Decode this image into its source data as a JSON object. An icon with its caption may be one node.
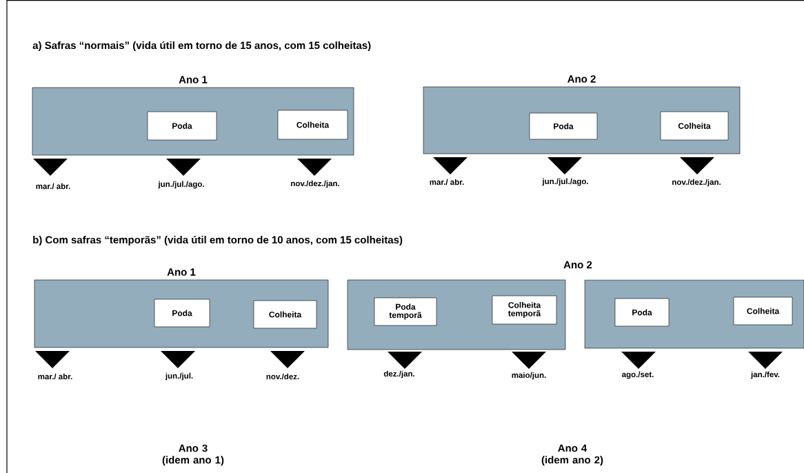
{
  "diagram": {
    "nodes": [
      {
        "text": [
          "Ano 1"
        ]
      },
      {
        "text": [
          "Poda"
        ],
        "in": 0
      },
      {
        "text": [
          "Colheita"
        ],
        "in": 0
      },
      {
        "text": [
          "Ano 2"
        ]
      },
      {
        "text": [
          "Poda"
        ],
        "in": 3
      },
      {
        "text": [
          "Colheita"
        ],
        "in": 3
      },
      {
        "text": [
          "Ano 1"
        ]
      },
      {
        "text": [
          "Poda"
        ],
        "in": 6
      },
      {
        "text": [
          "Colheita"
        ],
        "in": 6
      },
      {
        "text": [],
        "shape": "box"
      },
      {
        "text": [
          "Poda temporã"
        ],
        "in": 9
      },
      {
        "text": [
          "Colheita temporã"
        ],
        "in": 9
      },
      {
        "text": [],
        "shape": "box"
      },
      {
        "text": [
          "Poda"
        ],
        "in": 12
      },
      {
        "text": [
          "Colheita"
        ],
        "in": 12
      }
    ],
    "labels": [
      "a) Safras “normais” (vida útil em torno de 15 anos, com 15 colheitas)",
      "mar./ abr.",
      "jun./jul./ago.",
      "nov./dez./jan.",
      "mar./ abr.",
      "jun./jul./ago.",
      "nov./dez./jan.",
      "b) Com safras “temporãs” (vida útil em torno de 10 anos, com 15 colheitas)",
      "Ano 2",
      "mar./ abr.",
      "jun./jul.",
      "nov./dez.",
      "dez./jan.",
      "maio/jun.",
      "ago./set.",
      "jan./fev.",
      "Ano 3 (idem ano 1)",
      "Ano 4 (idem ano 2)"
    ]
  }
}
